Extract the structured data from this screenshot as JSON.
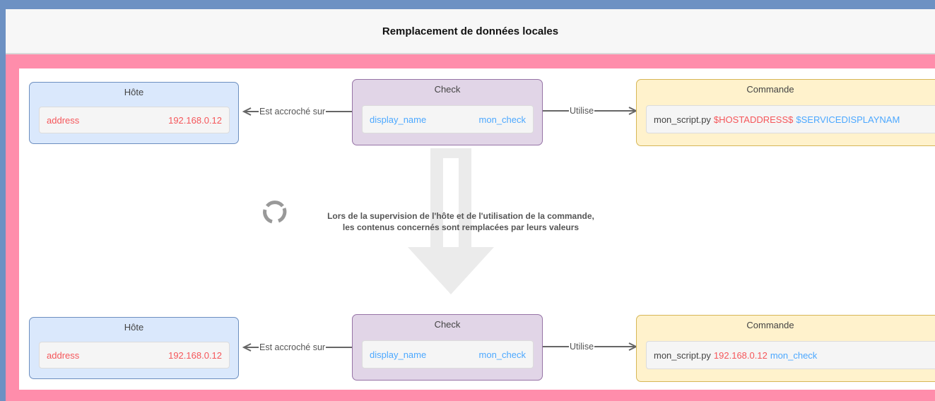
{
  "header": {
    "title": "Remplacement de données locales"
  },
  "center_note": {
    "line1": "Lors de la supervision de l'hôte et de l'utilisation de la commande,",
    "line2": "les contenus concernés sont remplacées par leurs valeurs"
  },
  "before": {
    "host": {
      "title": "Hôte",
      "key": "address",
      "value": "192.168.0.12"
    },
    "check": {
      "title": "Check",
      "key": "display_name",
      "value": "mon_check"
    },
    "command": {
      "title": "Commande",
      "script": "mon_script.py",
      "arg1": "$HOSTADDRESS$",
      "arg2": "$SERVICEDISPLAYNAM"
    },
    "edge_host_check": "Est accroché sur",
    "edge_check_cmd": "Utilise"
  },
  "after": {
    "host": {
      "title": "Hôte",
      "key": "address",
      "value": "192.168.0.12"
    },
    "check": {
      "title": "Check",
      "key": "display_name",
      "value": "mon_check"
    },
    "command": {
      "title": "Commande",
      "script": "mon_script.py",
      "arg1": "192.168.0.12",
      "arg2": "mon_check"
    },
    "edge_host_check": "Est accroché sur",
    "edge_check_cmd": "Utilise"
  },
  "colors": {
    "outer_bg": "#6d91c3",
    "frame": "#ff8dab",
    "host_fill": "#dae8fc",
    "check_fill": "#e1d5e7",
    "command_fill": "#fff2cc",
    "value_red": "#f5565a",
    "value_blue": "#4ca8ff"
  },
  "icons": [
    "refresh-icon",
    "down-arrow-icon"
  ]
}
